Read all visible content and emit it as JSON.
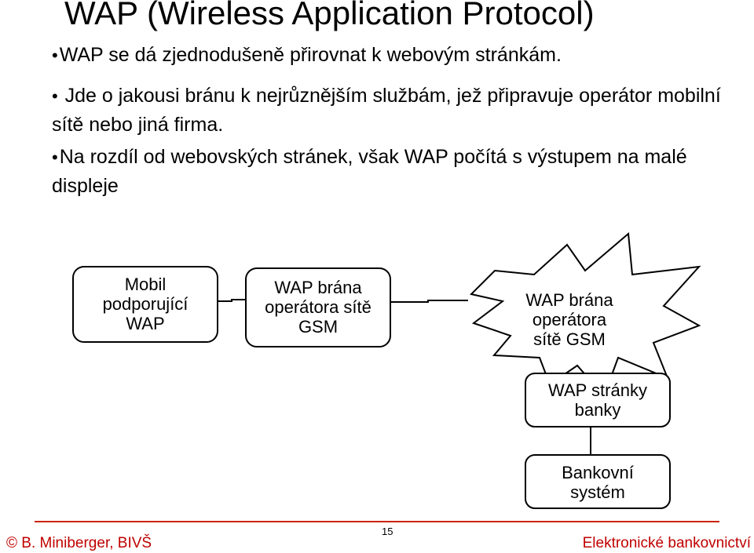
{
  "slide": {
    "title": "WAP (Wireless Application Protocol)",
    "bullet_symbol": "•",
    "bullets": [
      "WAP se dá zjednodušeně přirovnat k webovým stránkám.",
      " Jde o jakousi bránu k nejrůznějším službám, jež připravuje operátor mobilní sítě nebo jiná firma.",
      "Na rozdíl od webovských stránek, však WAP počítá s výstupem na malé displeje"
    ]
  },
  "diagram": {
    "nodes": {
      "mobile": "Mobil\npodporující\nWAP",
      "gateway_gsm": "WAP brána\noperátora sítě\nGSM",
      "gateway_burst": "WAP brána\noperátora\nsítě GSM",
      "bank_pages": "WAP stránky\nbanky",
      "bank_system": "Bankovní\nsystém"
    },
    "line_color": "#000000",
    "fill_color": "#ffffff"
  },
  "footer": {
    "left": "© B. Miniberger, BIVŠ",
    "page_number": "15",
    "right": "Elektronické bankovnictví",
    "accent_color": "#c00000"
  }
}
